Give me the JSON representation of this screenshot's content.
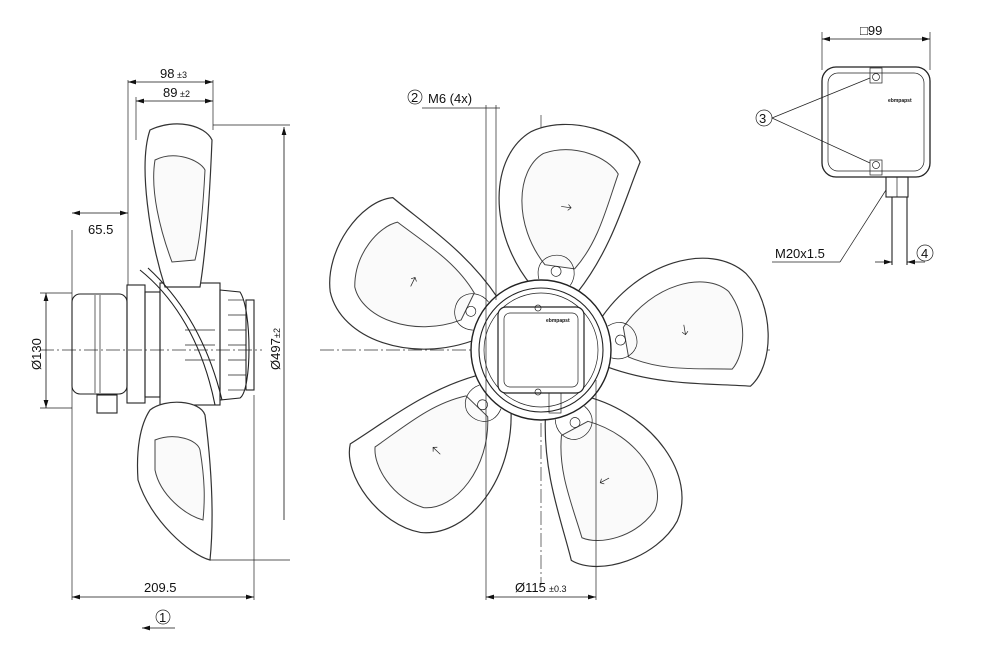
{
  "side_view": {
    "dim_overall_width": "98",
    "dim_overall_width_tol": "±3",
    "dim_blade_width": "89",
    "dim_blade_width_tol": "±2",
    "dim_box_offset": "65.5",
    "dim_box_diameter": "Ø130",
    "dim_fan_diameter": "Ø497",
    "dim_fan_diameter_tol": "±2",
    "dim_total_length": "209.5",
    "callout_airflow": "1"
  },
  "front_view": {
    "callout_mount": "2",
    "mount_label": "M6 (4x)",
    "dim_bolt_circle": "Ø115",
    "dim_bolt_circle_tol": "±0.3",
    "logo": "ebmpapst"
  },
  "terminal_box": {
    "dim_size": "□99",
    "callout_screws": "3",
    "gland_label": "M20x1.5",
    "callout_cable": "4",
    "logo": "ebmpapst"
  }
}
